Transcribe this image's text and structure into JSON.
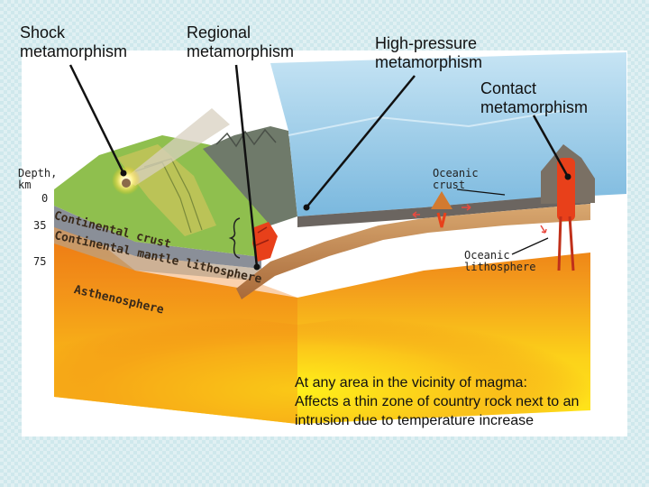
{
  "labels": {
    "shock": "Shock\nmetamorphism",
    "regional": "Regional\nmetamorphism",
    "high_pressure": "High-pressure\nmetamorphism",
    "contact": "Contact\nmetamorphism",
    "depth_title": "Depth,\nkm",
    "depth_0": "0",
    "depth_35": "35",
    "depth_75": "75",
    "oceanic_crust": "Oceanic\ncrust",
    "oceanic_lithosphere": "Oceanic\nlithosphere",
    "continental_crust": "Continental crust",
    "continental_mantle": "Continental mantle lithosphere",
    "asthenosphere": "Asthenosphere"
  },
  "description": {
    "line1": "At any area in the vicinity of magma:",
    "line2": "Affects a thin zone of country rock next to an",
    "line3": "intrusion due to temperature increase"
  },
  "colors": {
    "ocean": "#8fc8e8",
    "mantle_hot": "#f28a18",
    "mantle_core": "#ffe000",
    "land": "#9cc45a",
    "slab": "#c9905a",
    "magma": "#e8401a"
  }
}
